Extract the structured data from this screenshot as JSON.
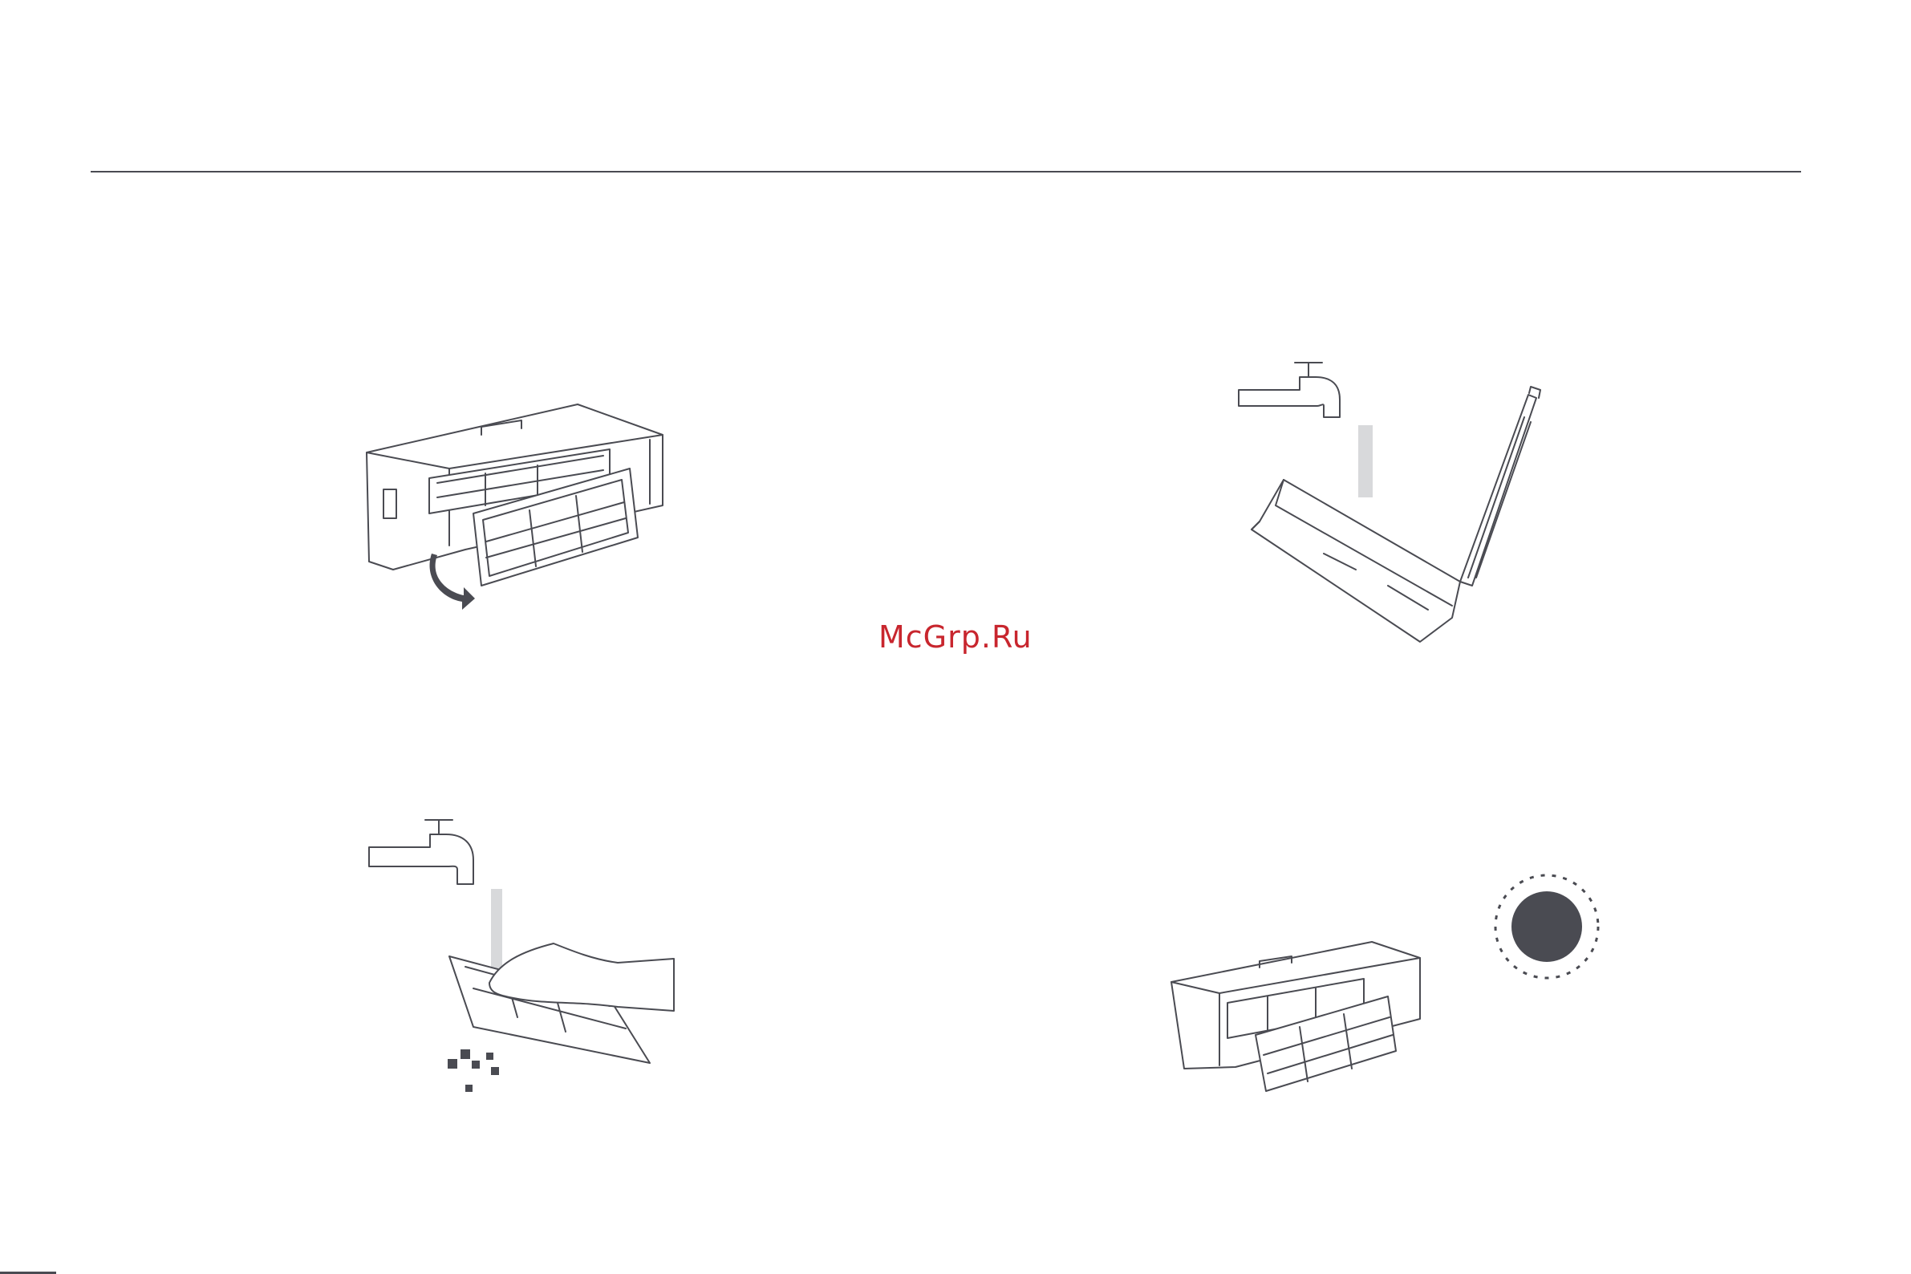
{
  "watermark": {
    "text": "McGrp.Ru",
    "color": "#c8262e"
  },
  "colors": {
    "line": "#4a4b52",
    "background": "#ffffff"
  },
  "illustrations": [
    {
      "id": "remove-filter",
      "icons": [
        "dust-box-icon",
        "filter-icon",
        "curved-arrow-icon"
      ]
    },
    {
      "id": "rinse-dust-box",
      "icons": [
        "faucet-icon",
        "water-stream-icon",
        "open-dust-box-icon"
      ]
    },
    {
      "id": "rinse-filter",
      "icons": [
        "faucet-icon",
        "water-stream-icon",
        "hand-icon",
        "filter-icon",
        "debris-icon"
      ]
    },
    {
      "id": "dry-in-sun",
      "icons": [
        "dust-box-icon",
        "filter-icon",
        "sun-icon"
      ]
    }
  ]
}
